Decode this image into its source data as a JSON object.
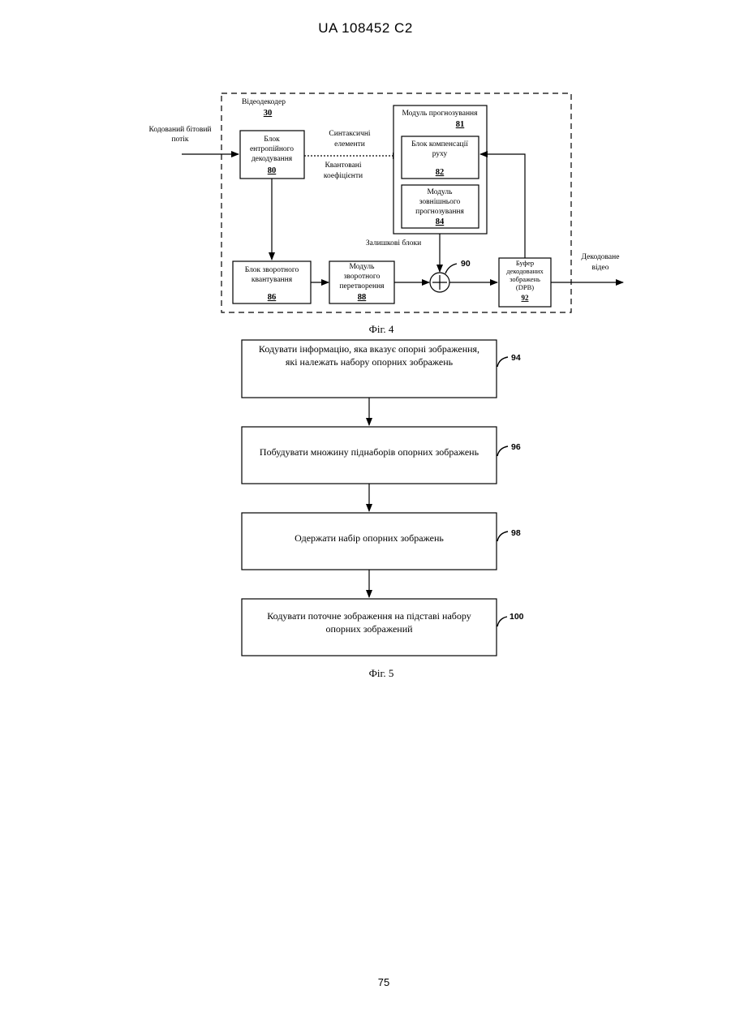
{
  "header": "UA   108452   C2",
  "page_number": "75",
  "fig4": {
    "caption": "Фіг. 4",
    "decoder_label": "Відеодекодер",
    "decoder_num": "30",
    "input_label": [
      "Кодований бітовий",
      "потік"
    ],
    "output_label": [
      "Декодоване",
      "відео"
    ],
    "entropy": {
      "lines": [
        "Блок",
        "ентропійного",
        "декодування"
      ],
      "num": "80"
    },
    "syntax_label": [
      "Синтаксичні",
      "елементи"
    ],
    "quant_label": [
      "Квантовані",
      "коефіцієнти"
    ],
    "prediction": {
      "title": "Модуль прогнозування",
      "num": "81"
    },
    "motion": {
      "lines": [
        "Блок компенсації",
        "руху"
      ],
      "num": "82"
    },
    "intra": {
      "lines": [
        "Модуль",
        "зовнішнього",
        "прогнозування"
      ],
      "num": "84"
    },
    "residual_label": "Залишкові блоки",
    "summer_ref": "90",
    "inverse_quant": {
      "lines": [
        "Блок зворотного",
        "квантування"
      ],
      "num": "86"
    },
    "inverse_transform": {
      "lines": [
        "Модуль",
        "зворотного",
        "перетворення"
      ],
      "num": "88"
    },
    "dpb": {
      "lines": [
        "Буфер",
        "декодованих",
        "зображень",
        "(DPB)"
      ],
      "num": "92"
    }
  },
  "fig5": {
    "caption": "Фіг. 5",
    "steps": [
      {
        "lines": [
          "Кодувати інформацію, яка вказує опорні зображення,",
          "які належать набору опорних зображень"
        ],
        "ref": "94"
      },
      {
        "lines": [
          "Побудувати множину піднаборів опорних зображень"
        ],
        "ref": "96"
      },
      {
        "lines": [
          "Одержати набір опорних зображень"
        ],
        "ref": "98"
      },
      {
        "lines": [
          "Кодувати поточне зображення на підставі набору",
          "опорних зображений"
        ],
        "ref": "100"
      }
    ]
  }
}
